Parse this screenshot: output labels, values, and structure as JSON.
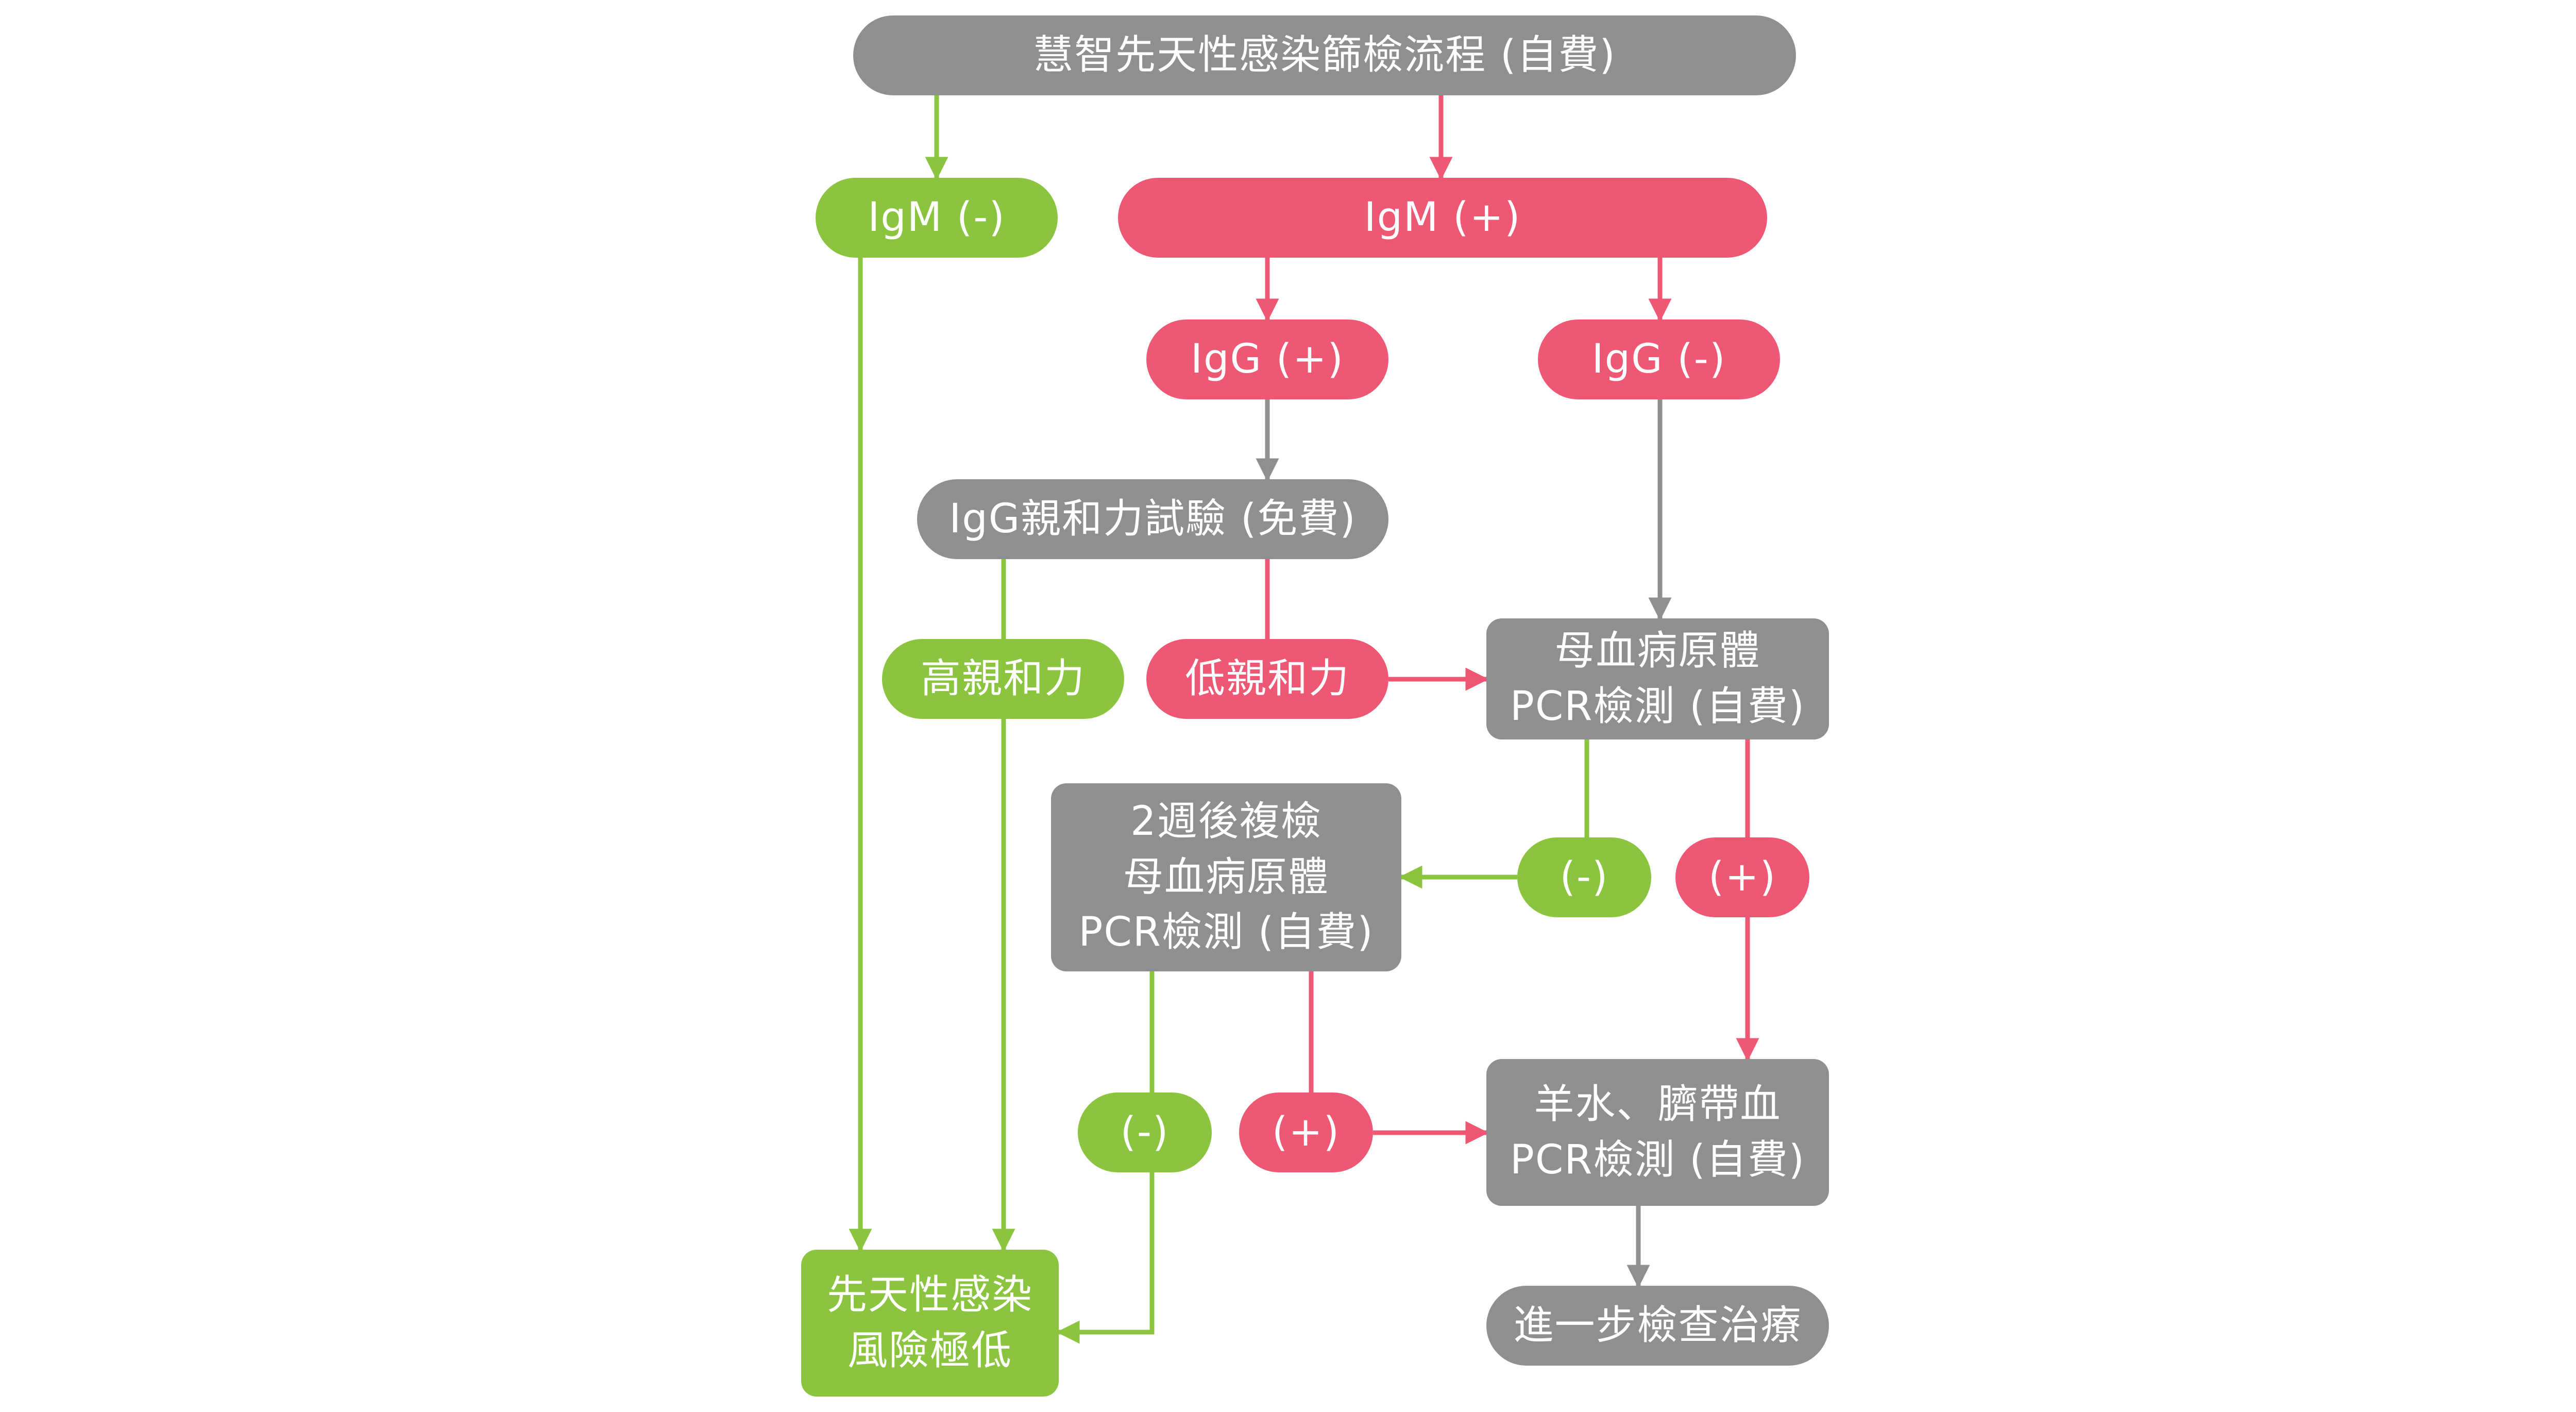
{
  "colors": {
    "gray": "#8f8f91",
    "green": "#8bc53f",
    "pink": "#ee5875",
    "background": "#ffffff"
  },
  "nodes": {
    "title": {
      "lines": [
        "慧智先天性感染篩檢流程 (自費)"
      ]
    },
    "igm_neg": {
      "lines": [
        "IgM (-)"
      ]
    },
    "igm_pos": {
      "lines": [
        "IgM (+)"
      ]
    },
    "igg_pos": {
      "lines": [
        "IgG (+)"
      ]
    },
    "igg_neg": {
      "lines": [
        "IgG (-)"
      ]
    },
    "avidity": {
      "lines": [
        "IgG親和力試驗 (免費)"
      ]
    },
    "high_avidity": {
      "lines": [
        "高親和力"
      ]
    },
    "low_avidity": {
      "lines": [
        "低親和力"
      ]
    },
    "maternal_pcr": {
      "lines": [
        "母血病原體",
        "PCR檢測 (自費)"
      ]
    },
    "retest": {
      "lines": [
        "2週後複檢",
        "母血病原體",
        "PCR檢測 (自費)"
      ]
    },
    "pcr_neg": {
      "lines": [
        "(-)"
      ]
    },
    "pcr_pos": {
      "lines": [
        "(+)"
      ]
    },
    "retest_neg": {
      "lines": [
        "(-)"
      ]
    },
    "retest_pos": {
      "lines": [
        "(+)"
      ]
    },
    "amniotic_pcr": {
      "lines": [
        "羊水、臍帶血",
        "PCR檢測 (自費)"
      ]
    },
    "further": {
      "lines": [
        "進一步檢查治療"
      ]
    },
    "low_risk": {
      "lines": [
        "先天性感染",
        "風險極低"
      ]
    }
  },
  "edges": [
    {
      "from": "title",
      "to": "igm_neg",
      "color": "green"
    },
    {
      "from": "title",
      "to": "igm_pos",
      "color": "pink"
    },
    {
      "from": "igm_pos",
      "to": "igg_pos",
      "color": "pink"
    },
    {
      "from": "igm_pos",
      "to": "igg_neg",
      "color": "pink"
    },
    {
      "from": "igm_neg",
      "to": "low_risk",
      "color": "green"
    },
    {
      "from": "igg_pos",
      "to": "avidity",
      "color": "gray"
    },
    {
      "from": "igg_neg",
      "to": "maternal_pcr",
      "color": "gray"
    },
    {
      "from": "avidity",
      "to": "high_avidity",
      "color": "green"
    },
    {
      "from": "high_avidity",
      "to": "low_risk",
      "color": "green"
    },
    {
      "from": "avidity",
      "to": "low_avidity",
      "color": "pink"
    },
    {
      "from": "low_avidity",
      "to": "maternal_pcr",
      "color": "pink"
    },
    {
      "from": "maternal_pcr",
      "to": "pcr_neg",
      "color": "green"
    },
    {
      "from": "pcr_neg",
      "to": "retest",
      "color": "green"
    },
    {
      "from": "maternal_pcr",
      "to": "pcr_pos",
      "color": "pink"
    },
    {
      "from": "pcr_pos",
      "to": "amniotic_pcr",
      "color": "pink"
    },
    {
      "from": "retest",
      "to": "retest_neg",
      "color": "green"
    },
    {
      "from": "retest_neg",
      "to": "low_risk",
      "color": "green"
    },
    {
      "from": "retest",
      "to": "retest_pos",
      "color": "pink"
    },
    {
      "from": "retest_pos",
      "to": "amniotic_pcr",
      "color": "pink"
    },
    {
      "from": "amniotic_pcr",
      "to": "further",
      "color": "gray"
    }
  ]
}
